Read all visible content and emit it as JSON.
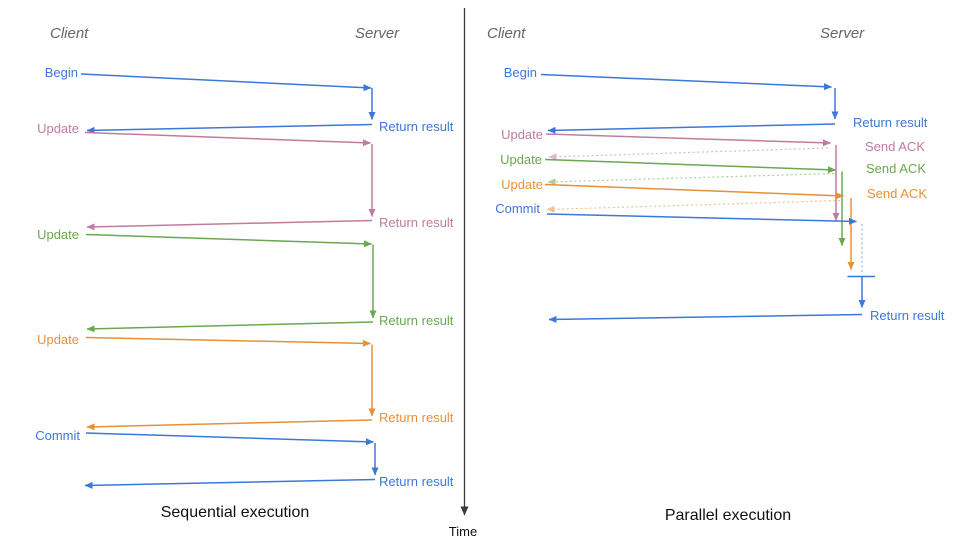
{
  "colors": {
    "blue": "#3C78D8",
    "pink": "#C27BA0",
    "green": "#6AA84F",
    "orange": "#E69138",
    "header_gray": "#666666",
    "axis": "#3A3A3A",
    "background": "#FFFFFF"
  },
  "time_axis": {
    "label": "Time"
  },
  "panels": [
    {
      "title": "Sequential execution",
      "client_header": "Client",
      "server_header": "Server",
      "messages": [
        {
          "label": "Begin",
          "color": "blue",
          "response": "Return result"
        },
        {
          "label": "Update",
          "color": "pink",
          "response": "Return result"
        },
        {
          "label": "Update",
          "color": "green",
          "response": "Return result"
        },
        {
          "label": "Update",
          "color": "orange",
          "response": "Return result"
        },
        {
          "label": "Commit",
          "color": "blue",
          "response": "Return result"
        }
      ]
    },
    {
      "title": "Parallel execution",
      "client_header": "Client",
      "server_header": "Server",
      "messages": [
        {
          "label": "Begin",
          "color": "blue",
          "response": "Return result"
        },
        {
          "label": "Update",
          "color": "pink",
          "response": "Send ACK"
        },
        {
          "label": "Update",
          "color": "green",
          "response": "Send ACK"
        },
        {
          "label": "Update",
          "color": "orange",
          "response": "Send ACK"
        },
        {
          "label": "Commit",
          "color": "blue",
          "response": "Return result"
        }
      ]
    }
  ]
}
